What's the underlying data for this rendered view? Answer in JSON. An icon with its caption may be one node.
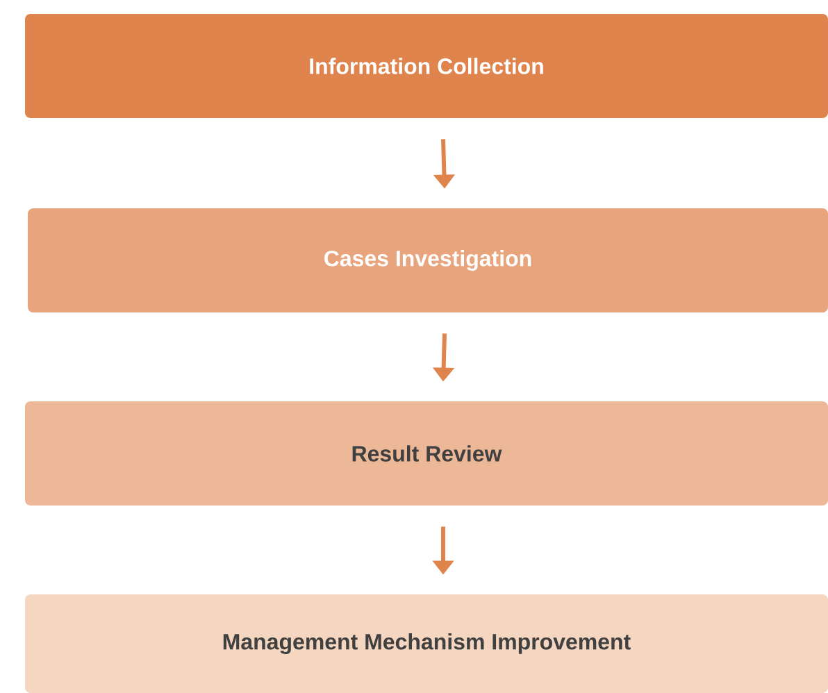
{
  "diagram": {
    "nodes": [
      {
        "text": [
          "Information Collection"
        ]
      },
      {
        "text": [
          "Cases Investigation"
        ]
      },
      {
        "text": [
          "Result Review"
        ]
      },
      {
        "text": [
          "Management Mechanism Improvement"
        ]
      }
    ],
    "edges": [
      {
        "from": 0,
        "to": 1,
        "arrow": "to"
      },
      {
        "from": 1,
        "to": 2,
        "arrow": "to"
      },
      {
        "from": 2,
        "to": 3,
        "arrow": "to"
      }
    ]
  }
}
